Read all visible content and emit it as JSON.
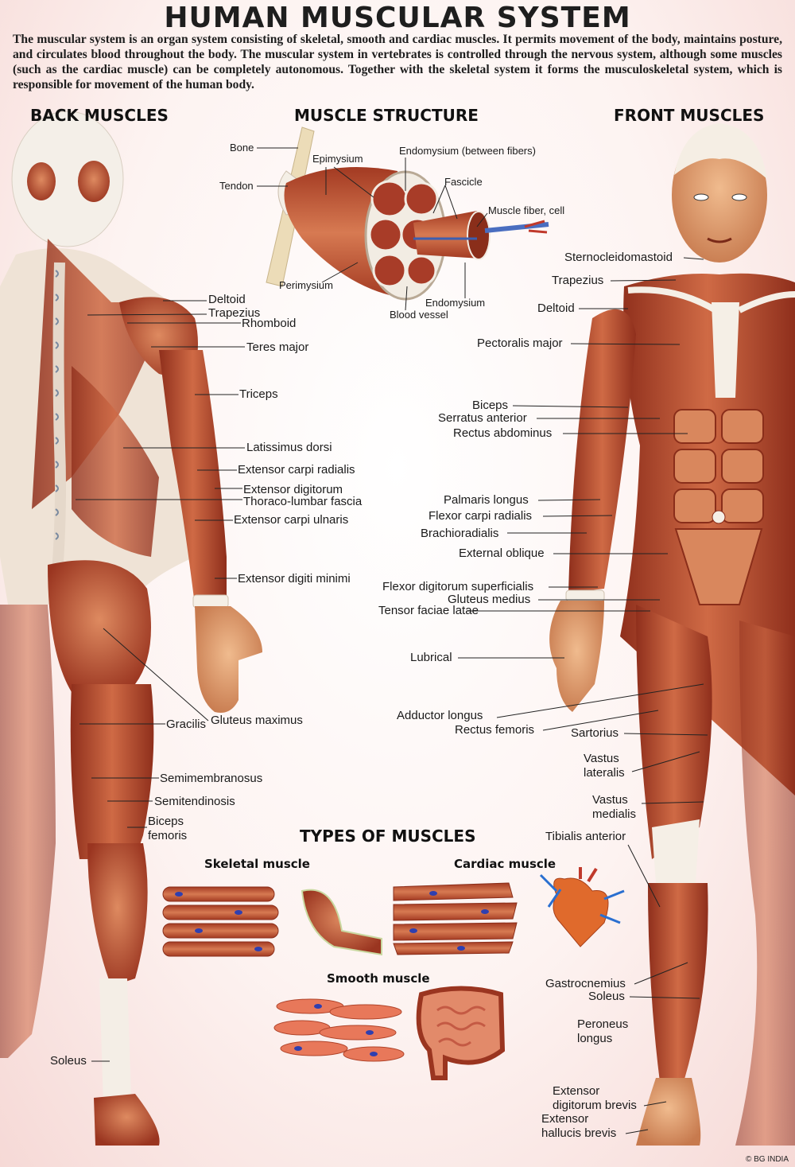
{
  "title": "HUMAN MUSCULAR SYSTEM",
  "intro": "The muscular system is an organ system consisting of skeletal, smooth and cardiac muscles. It permits movement of the body, maintains posture, and circulates blood throughout the body. The muscular system in vertebrates is controlled through the nervous system, although some muscles (such as the cardiac muscle) can be completely autonomous. Together with the skeletal system it forms the musculoskeletal system, which is responsible for movement of the human body.",
  "headings": {
    "back": "BACK MUSCLES",
    "structure": "MUSCLE STRUCTURE",
    "front": "FRONT MUSCLES",
    "types": "TYPES OF MUSCLES"
  },
  "structure_labels": {
    "bone": "Bone",
    "tendon": "Tendon",
    "epimysium": "Epimysium",
    "endomysium_between": "Endomysium (between fibers)",
    "fascicle": "Fascicle",
    "muscle_fiber": "Muscle fiber, cell",
    "perimysium": "Perimysium",
    "endomysium": "Endomysium",
    "blood_vessel": "Blood vessel"
  },
  "back_labels": {
    "deltoid": "Deltoid",
    "trapezius": "Trapezius",
    "rhomboid": "Rhomboid",
    "teres_major": "Teres major",
    "triceps": "Triceps",
    "latissimus": "Latissimus dorsi",
    "ext_carpi_radialis": "Extensor carpi radialis",
    "ext_digitorum": "Extensor digitorum",
    "thoraco_lumbar": "Thoraco-lumbar fascia",
    "ext_carpi_ulnaris": "Extensor carpi ulnaris",
    "ext_digiti_minimi": "Extensor digiti minimi",
    "gracilis": "Gracilis",
    "gluteus_maximus": "Gluteus maximus",
    "semimembranosus": "Semimembranosus",
    "semitendinosis": "Semitendinosis",
    "biceps_femoris_1": "Biceps",
    "biceps_femoris_2": "femoris",
    "soleus": "Soleus"
  },
  "front_labels": {
    "sternocleidomastoid": "Sternocleidomastoid",
    "trapezius": "Trapezius",
    "deltoid": "Deltoid",
    "pectoralis": "Pectoralis major",
    "biceps": "Biceps",
    "serratus": "Serratus anterior",
    "rectus_abdominus": "Rectus abdominus",
    "palmaris": "Palmaris longus",
    "flexor_carpi_radialis": "Flexor carpi radialis",
    "brachioradialis": "Brachioradialis",
    "external_oblique": "External oblique",
    "flexor_digitorum": "Flexor digitorum superficialis",
    "gluteus_medius": "Gluteus medius",
    "tensor_faciae": "Tensor faciae latae",
    "lubrical": "Lubrical",
    "adductor_longus": "Adductor longus",
    "rectus_femoris": "Rectus femoris",
    "sartorius": "Sartorius",
    "vastus_lateralis_1": "Vastus",
    "vastus_lateralis_2": "lateralis",
    "vastus_medialis_1": "Vastus",
    "vastus_medialis_2": "medialis",
    "tibialis": "Tibialis anterior",
    "gastrocnemius": "Gastrocnemius",
    "soleus": "Soleus",
    "peroneus_1": "Peroneus",
    "peroneus_2": "longus",
    "ext_digitorum_brevis_1": "Extensor",
    "ext_digitorum_brevis_2": "digitorum brevis",
    "ext_hallucis_brevis_1": "Extensor",
    "ext_hallucis_brevis_2": "hallucis brevis"
  },
  "types": {
    "skeletal": "Skeletal muscle",
    "cardiac": "Cardiac muscle",
    "smooth": "Smooth muscle"
  },
  "copyright": "© BG INDIA",
  "colors": {
    "muscle": "#b8482e",
    "muscle_light": "#d98a62",
    "skin": "#e6a678",
    "tendon": "#f3ece4",
    "background_edge": "#f6d9d6"
  }
}
